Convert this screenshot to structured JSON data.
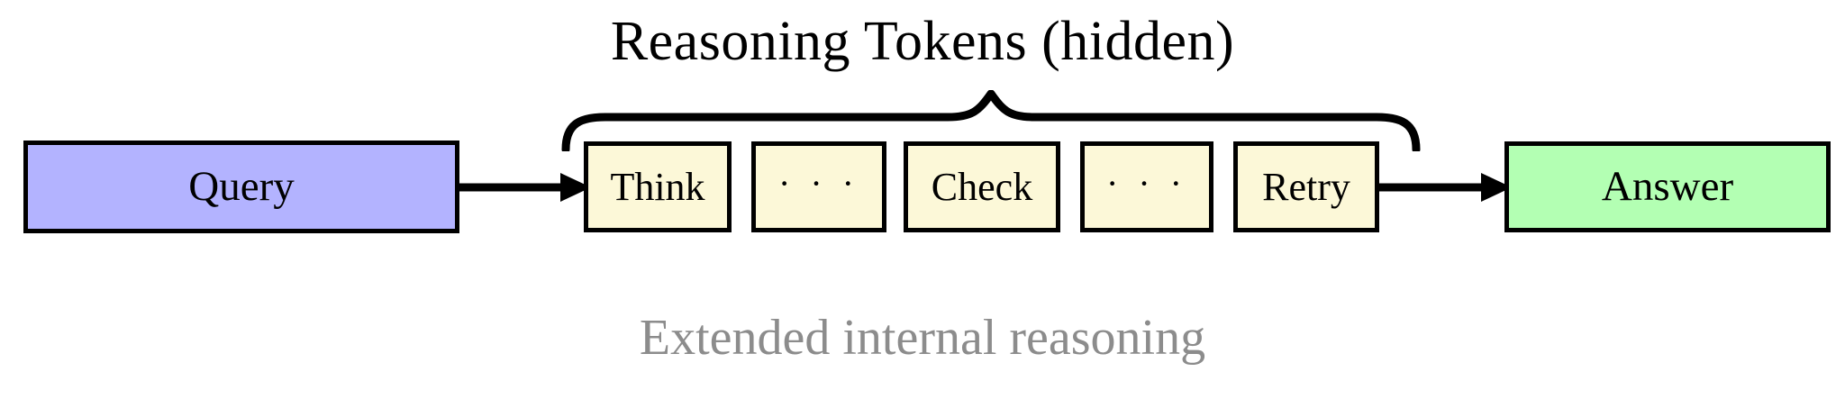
{
  "diagram": {
    "title": "Reasoning Tokens (hidden)",
    "caption": "Extended internal reasoning",
    "colors": {
      "query_fill": "#b3b3ff",
      "reasoning_fill": "#fcf8d8",
      "answer_fill": "#b3ffb3",
      "stroke": "#000000",
      "caption_text": "#8c8c8c",
      "background": "#ffffff"
    },
    "nodes": {
      "query": {
        "label": "Query"
      },
      "answer": {
        "label": "Answer"
      }
    },
    "reasoning_steps": [
      {
        "label": "Think"
      },
      {
        "label": "· · ·"
      },
      {
        "label": "Check"
      },
      {
        "label": "· · ·"
      },
      {
        "label": "Retry"
      }
    ],
    "flow": [
      {
        "from": "Query",
        "to": "Think"
      },
      {
        "from": "Retry",
        "to": "Answer"
      }
    ]
  }
}
